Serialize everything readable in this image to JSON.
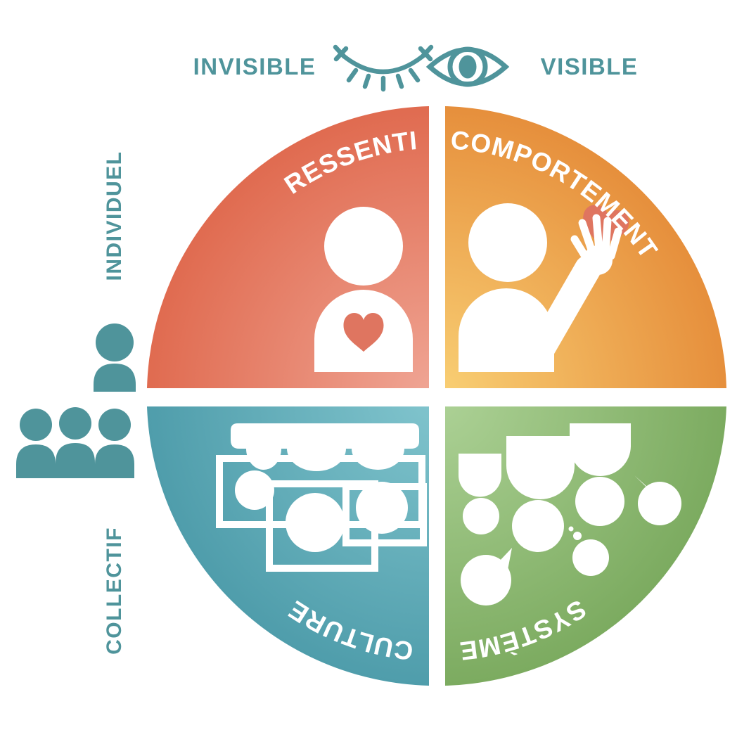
{
  "header": {
    "invisible_label": "INVISIBLE",
    "visible_label": "VISIBLE"
  },
  "axes": {
    "individual_label": "INDIVIDUEL",
    "collective_label": "COLLECTIF"
  },
  "quadrants": {
    "ressenti": {
      "label": "RESSENTI",
      "position": "top-left",
      "inner_color": "#efa392",
      "outer_color": "#e06b50",
      "icon": "person-with-heart-icon"
    },
    "comportement": {
      "label": "COMPORTEMENT",
      "position": "top-right",
      "inner_color": "#f8cd72",
      "outer_color": "#e68f3c",
      "icon": "person-waving-hand-icon"
    },
    "culture": {
      "label": "CULTURE",
      "position": "bottom-left",
      "inner_color": "#7fc3cc",
      "outer_color": "#4f9dab",
      "icon": "framed-group-icon"
    },
    "systeme": {
      "label": "SYSTÈME",
      "position": "bottom-right",
      "inner_color": "#abd094",
      "outer_color": "#7cab60",
      "icon": "connected-bubbles-icon"
    }
  },
  "icons": {
    "closed_eye": "closed-eye-icon",
    "open_eye": "open-eye-icon",
    "individual": "single-person-icon",
    "collective": "three-people-icon"
  },
  "colors": {
    "teal": "#4f949b",
    "heart": "#df7560",
    "icon_white": "#ffffff",
    "background": "#ffffff"
  }
}
